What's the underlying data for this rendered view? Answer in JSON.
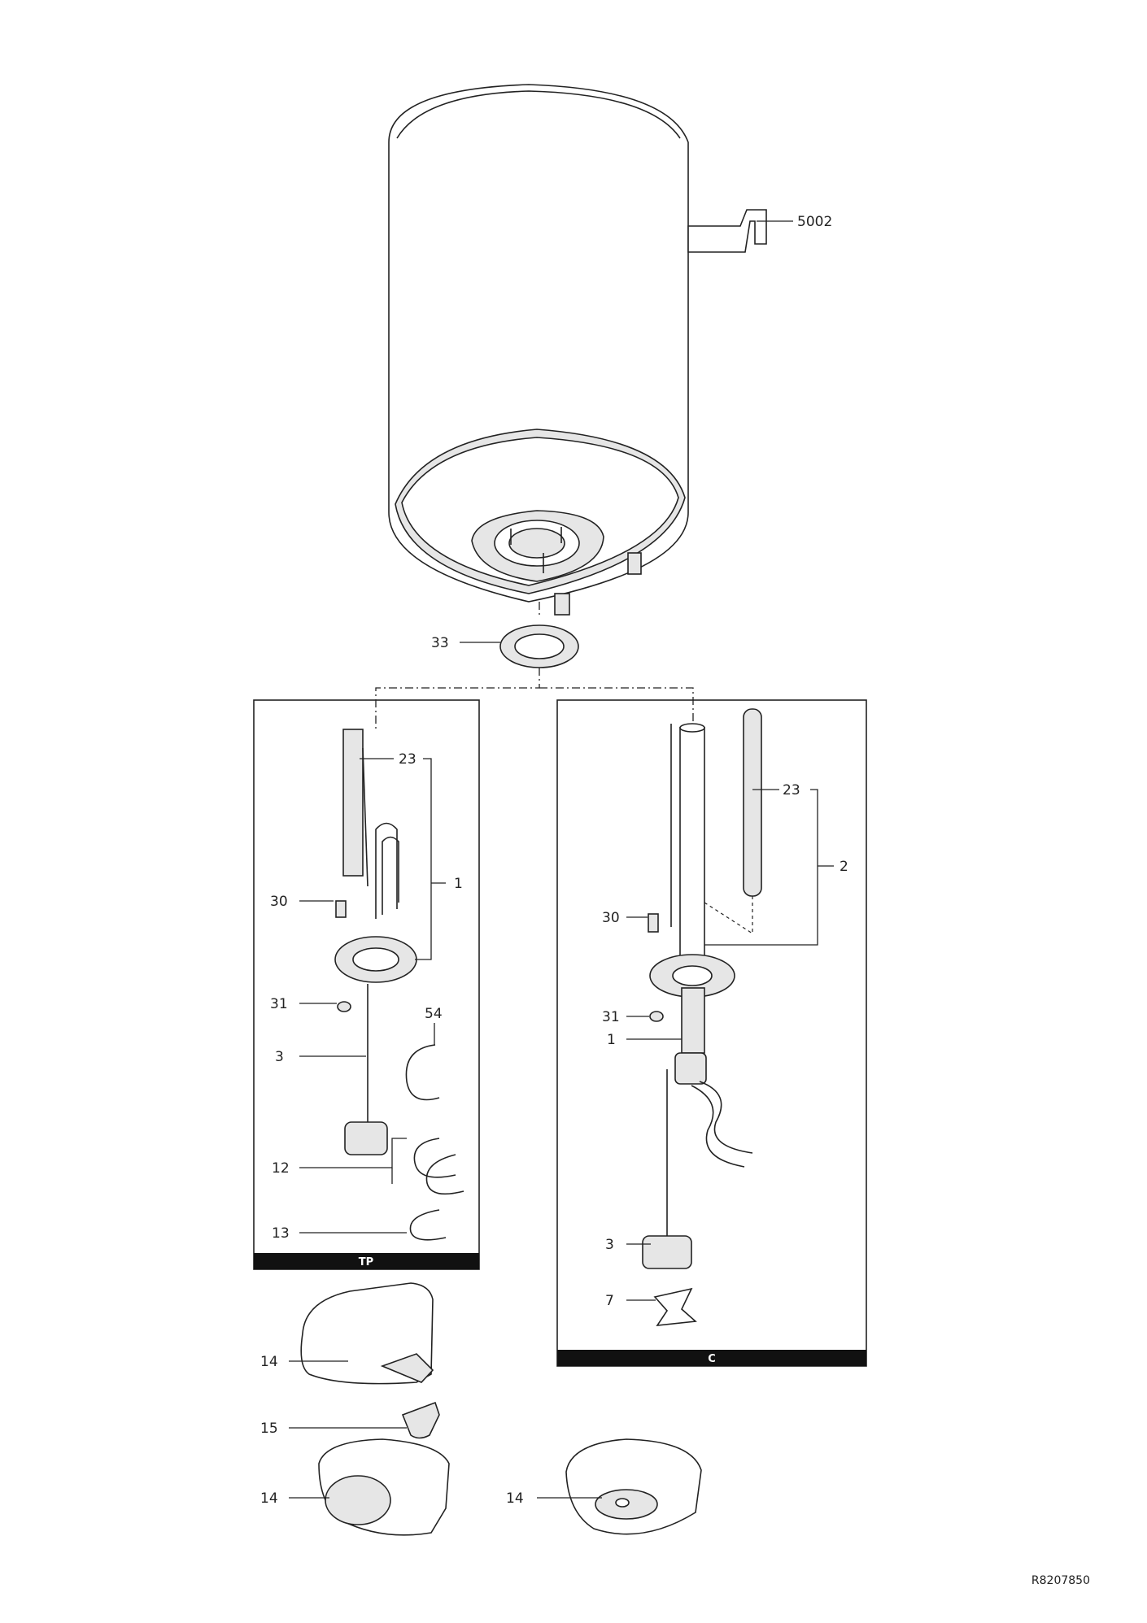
{
  "callouts": {
    "bracket_top": "5002",
    "gasket": "33",
    "tp_anode": "23",
    "tp_element": "1",
    "tp_screw": "30",
    "tp_nut": "31",
    "tp_thermostat": "3",
    "tp_cable_54": "54",
    "tp_cable_12": "12",
    "tp_cable_13": "13",
    "c_anode": "23",
    "c_kit": "2",
    "c_screw": "30",
    "c_nut": "31",
    "c_element": "1",
    "c_thermostat": "3",
    "c_clip": "7",
    "cover_14a": "14",
    "cover_15": "15",
    "cover_14b": "14",
    "cover_14c": "14"
  },
  "boxes": {
    "left_title": "TP",
    "right_title": "C"
  },
  "reference_code": "R8207850"
}
